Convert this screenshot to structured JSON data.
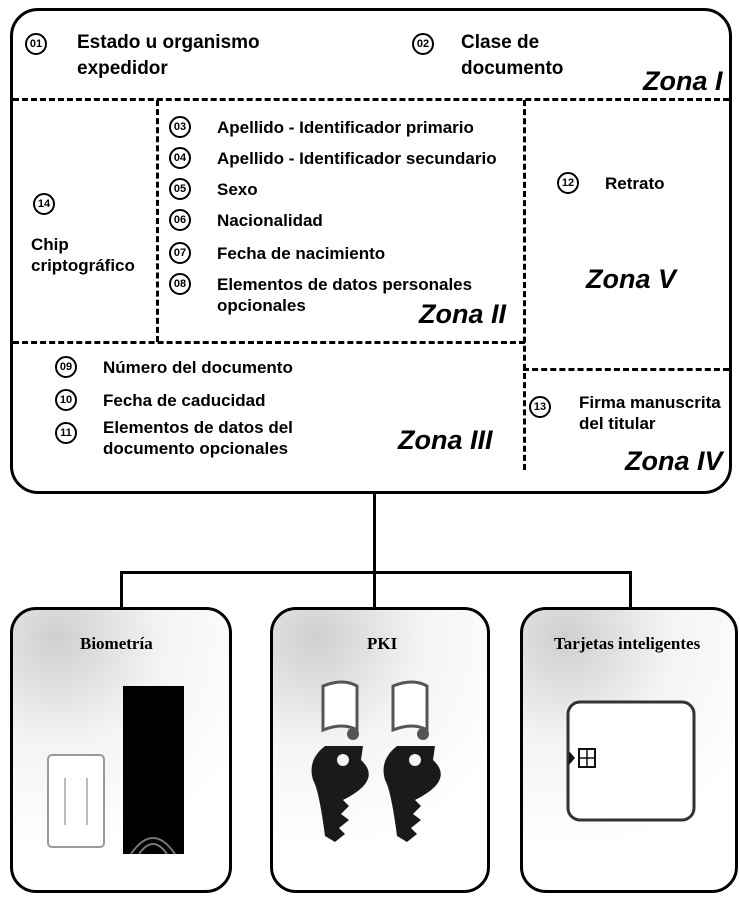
{
  "card": {
    "zone_i": {
      "items": [
        {
          "num": "01",
          "line1": "Estado u organismo",
          "line2": "expedidor"
        },
        {
          "num": "02",
          "line1": "Clase de",
          "line2": "documento"
        }
      ],
      "label": "Zona I"
    },
    "chip": {
      "num": "14",
      "line1": "Chip",
      "line2": "criptográfico"
    },
    "zone_ii": {
      "items": [
        {
          "num": "03",
          "text": "Apellido - Identificador primario"
        },
        {
          "num": "04",
          "text": "Apellido - Identificador secundario"
        },
        {
          "num": "05",
          "text": "Sexo"
        },
        {
          "num": "06",
          "text": "Nacionalidad"
        },
        {
          "num": "07",
          "text": "Fecha de nacimiento"
        },
        {
          "num": "08",
          "text": "Elementos de datos personales",
          "text2": "opcionales"
        }
      ],
      "label": "Zona II"
    },
    "zone_v": {
      "num": "12",
      "text": "Retrato",
      "label": "Zona V"
    },
    "zone_iii": {
      "items": [
        {
          "num": "09",
          "text": "Número del documento"
        },
        {
          "num": "10",
          "text": "Fecha de caducidad"
        },
        {
          "num": "11",
          "text": "Elementos de datos del",
          "text2": "documento opcionales"
        }
      ],
      "label": "Zona III"
    },
    "zone_iv": {
      "num": "13",
      "line1": "Firma manuscrita",
      "line2": "del titular",
      "label": "Zona IV"
    }
  },
  "panels": {
    "biometria": {
      "title": "Biometría"
    },
    "pki": {
      "title": "PKI"
    },
    "smartcards": {
      "title": "Tarjetas inteligentes"
    }
  }
}
